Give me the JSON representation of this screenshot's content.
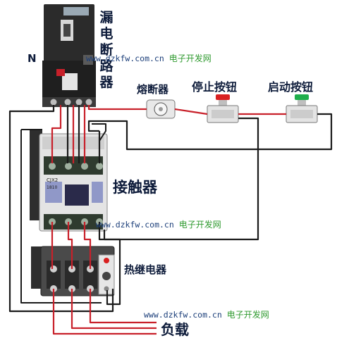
{
  "labels": {
    "breaker": "漏电断路器",
    "neutral": "N",
    "fuse": "熔断器",
    "stop_button": "停止按钮",
    "start_button": "启动按钮",
    "contactor": "接触器",
    "thermal_relay": "热继电器",
    "load": "负载"
  },
  "watermark": {
    "url": "www.dzkfw.com.cn",
    "site": "电子开发网"
  },
  "device_marks": {
    "contactor_model": "CJX2",
    "contactor_rating": "1810"
  },
  "colors": {
    "wire_red": "#c8202a",
    "wire_black": "#1a1a1a",
    "stop_cap": "#d92020",
    "start_cap": "#1fae4b",
    "label_text": "#0d1b3a"
  }
}
